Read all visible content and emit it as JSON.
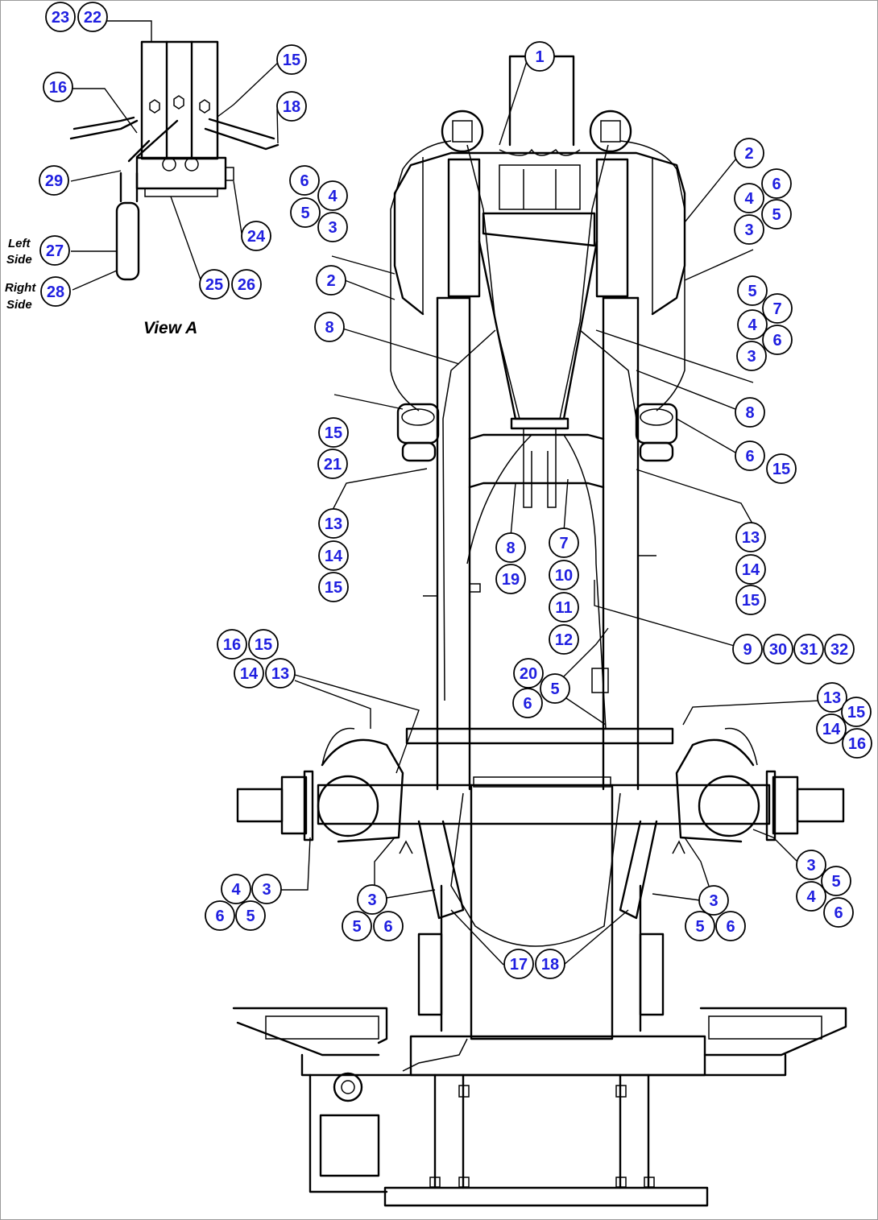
{
  "view_label": "View A",
  "left_side_label": "Left Side",
  "right_side_label": "Right Side",
  "callouts": [
    {
      "n": "23"
    },
    {
      "n": "22"
    },
    {
      "n": "16"
    },
    {
      "n": "15"
    },
    {
      "n": "18"
    },
    {
      "n": "29"
    },
    {
      "n": "24"
    },
    {
      "n": "27"
    },
    {
      "n": "28"
    },
    {
      "n": "25"
    },
    {
      "n": "26"
    },
    {
      "n": "1"
    },
    {
      "n": "2"
    },
    {
      "n": "6"
    },
    {
      "n": "4"
    },
    {
      "n": "5"
    },
    {
      "n": "3"
    },
    {
      "n": "6"
    },
    {
      "n": "4"
    },
    {
      "n": "5"
    },
    {
      "n": "3"
    },
    {
      "n": "2"
    },
    {
      "n": "8"
    },
    {
      "n": "5"
    },
    {
      "n": "7"
    },
    {
      "n": "4"
    },
    {
      "n": "6"
    },
    {
      "n": "3"
    },
    {
      "n": "8"
    },
    {
      "n": "6"
    },
    {
      "n": "15"
    },
    {
      "n": "15"
    },
    {
      "n": "21"
    },
    {
      "n": "13"
    },
    {
      "n": "14"
    },
    {
      "n": "15"
    },
    {
      "n": "8"
    },
    {
      "n": "19"
    },
    {
      "n": "7"
    },
    {
      "n": "10"
    },
    {
      "n": "11"
    },
    {
      "n": "12"
    },
    {
      "n": "13"
    },
    {
      "n": "14"
    },
    {
      "n": "15"
    },
    {
      "n": "9"
    },
    {
      "n": "30"
    },
    {
      "n": "31"
    },
    {
      "n": "32"
    },
    {
      "n": "16"
    },
    {
      "n": "15"
    },
    {
      "n": "14"
    },
    {
      "n": "13"
    },
    {
      "n": "20"
    },
    {
      "n": "5"
    },
    {
      "n": "6"
    },
    {
      "n": "13"
    },
    {
      "n": "15"
    },
    {
      "n": "14"
    },
    {
      "n": "16"
    },
    {
      "n": "4"
    },
    {
      "n": "3"
    },
    {
      "n": "6"
    },
    {
      "n": "5"
    },
    {
      "n": "3"
    },
    {
      "n": "5"
    },
    {
      "n": "6"
    },
    {
      "n": "17"
    },
    {
      "n": "18"
    },
    {
      "n": "3"
    },
    {
      "n": "5"
    },
    {
      "n": "6"
    },
    {
      "n": "3"
    },
    {
      "n": "5"
    },
    {
      "n": "4"
    },
    {
      "n": "6"
    }
  ]
}
